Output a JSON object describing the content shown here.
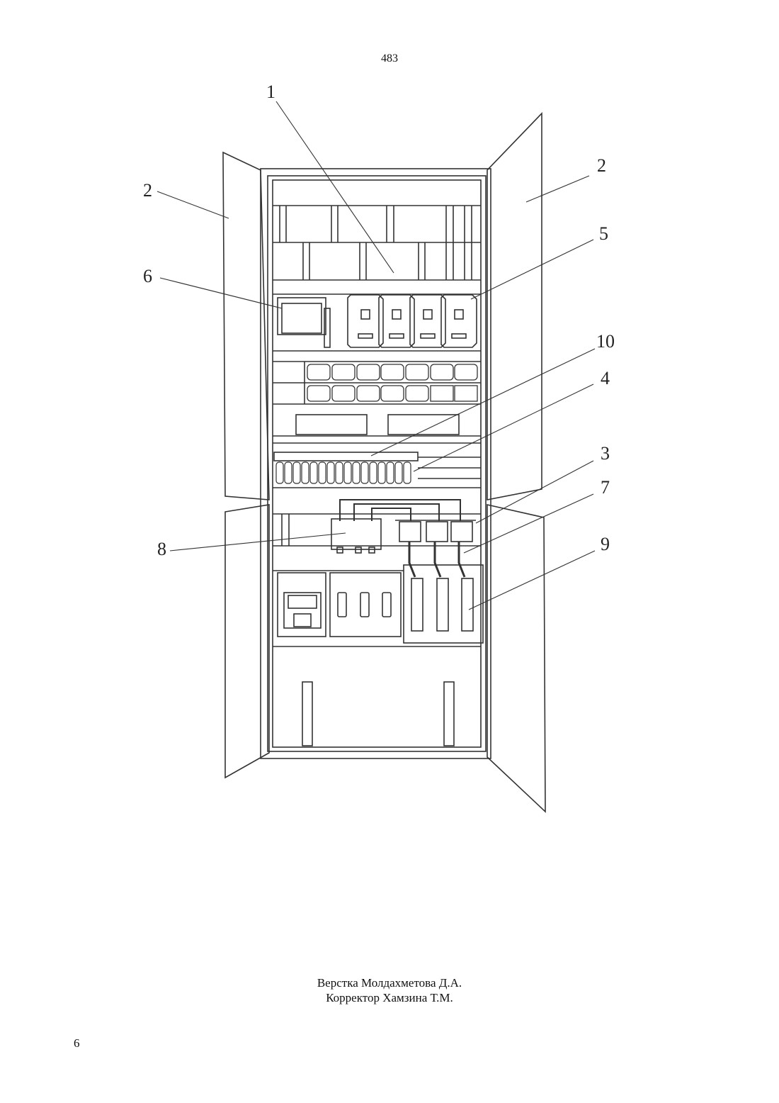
{
  "header": {
    "page_number": "483"
  },
  "figure": {
    "callouts": [
      "1",
      "2",
      "2",
      "5",
      "6",
      "10",
      "4",
      "3",
      "7",
      "8",
      "9"
    ]
  },
  "credits": {
    "layout_line": "Верстка Молдахметова Д.А.",
    "proofreader_line": "Корректор Хамзина Т.М."
  },
  "footer": {
    "page_number": "6"
  }
}
